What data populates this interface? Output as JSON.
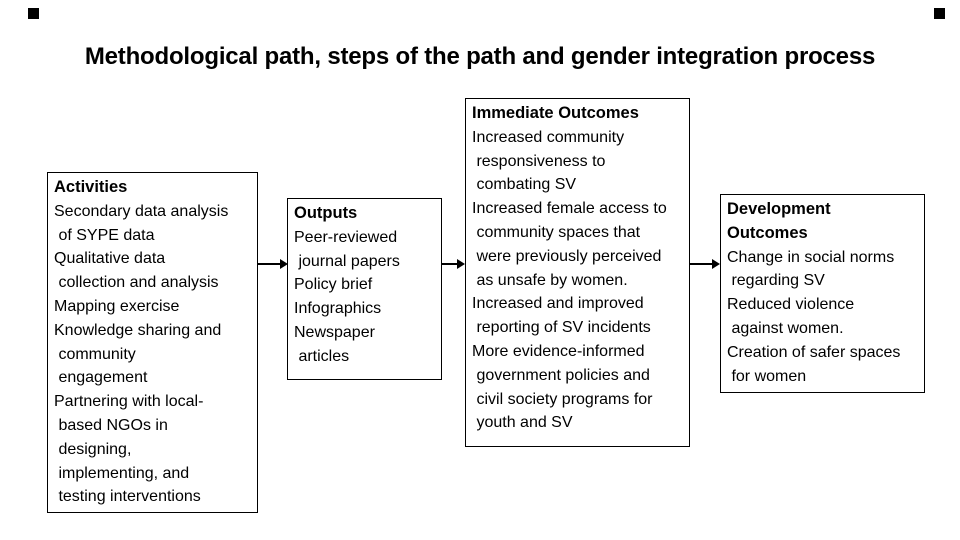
{
  "page": {
    "background": "#ffffff",
    "text_color": "#000000",
    "border_color": "#000000",
    "arrow_color": "#000000",
    "corner_marker_color": "#000000"
  },
  "title": {
    "text": "Methodological path, steps of the path and gender integration process"
  },
  "flow": {
    "boxes": [
      {
        "id": "activities",
        "title": "Activities",
        "body": "Secondary data analysis\n of SYPE data\nQualitative data\n collection and analysis\nMapping exercise\nKnowledge sharing and\n community\n engagement\nPartnering with local-\n based NGOs in\n designing,\n implementing, and\n testing interventions"
      },
      {
        "id": "outputs",
        "title": "Outputs",
        "body": "Peer-reviewed\n journal papers\nPolicy brief\nInfographics\nNewspaper\n articles"
      },
      {
        "id": "immediate-outcomes",
        "title": "Immediate Outcomes",
        "body": "Increased community\n responsiveness to\n combating SV\nIncreased female access to\n community spaces that\n were previously perceived\n as unsafe by women.\nIncreased and improved\n reporting of SV incidents\nMore evidence-informed\n government policies and\n civil society programs for\n youth and SV"
      },
      {
        "id": "development-outcomes",
        "title": "Development\nOutcomes",
        "body": "Change in social norms\n regarding SV\nReduced violence\n against women.\nCreation of safer spaces\n for women"
      }
    ]
  }
}
